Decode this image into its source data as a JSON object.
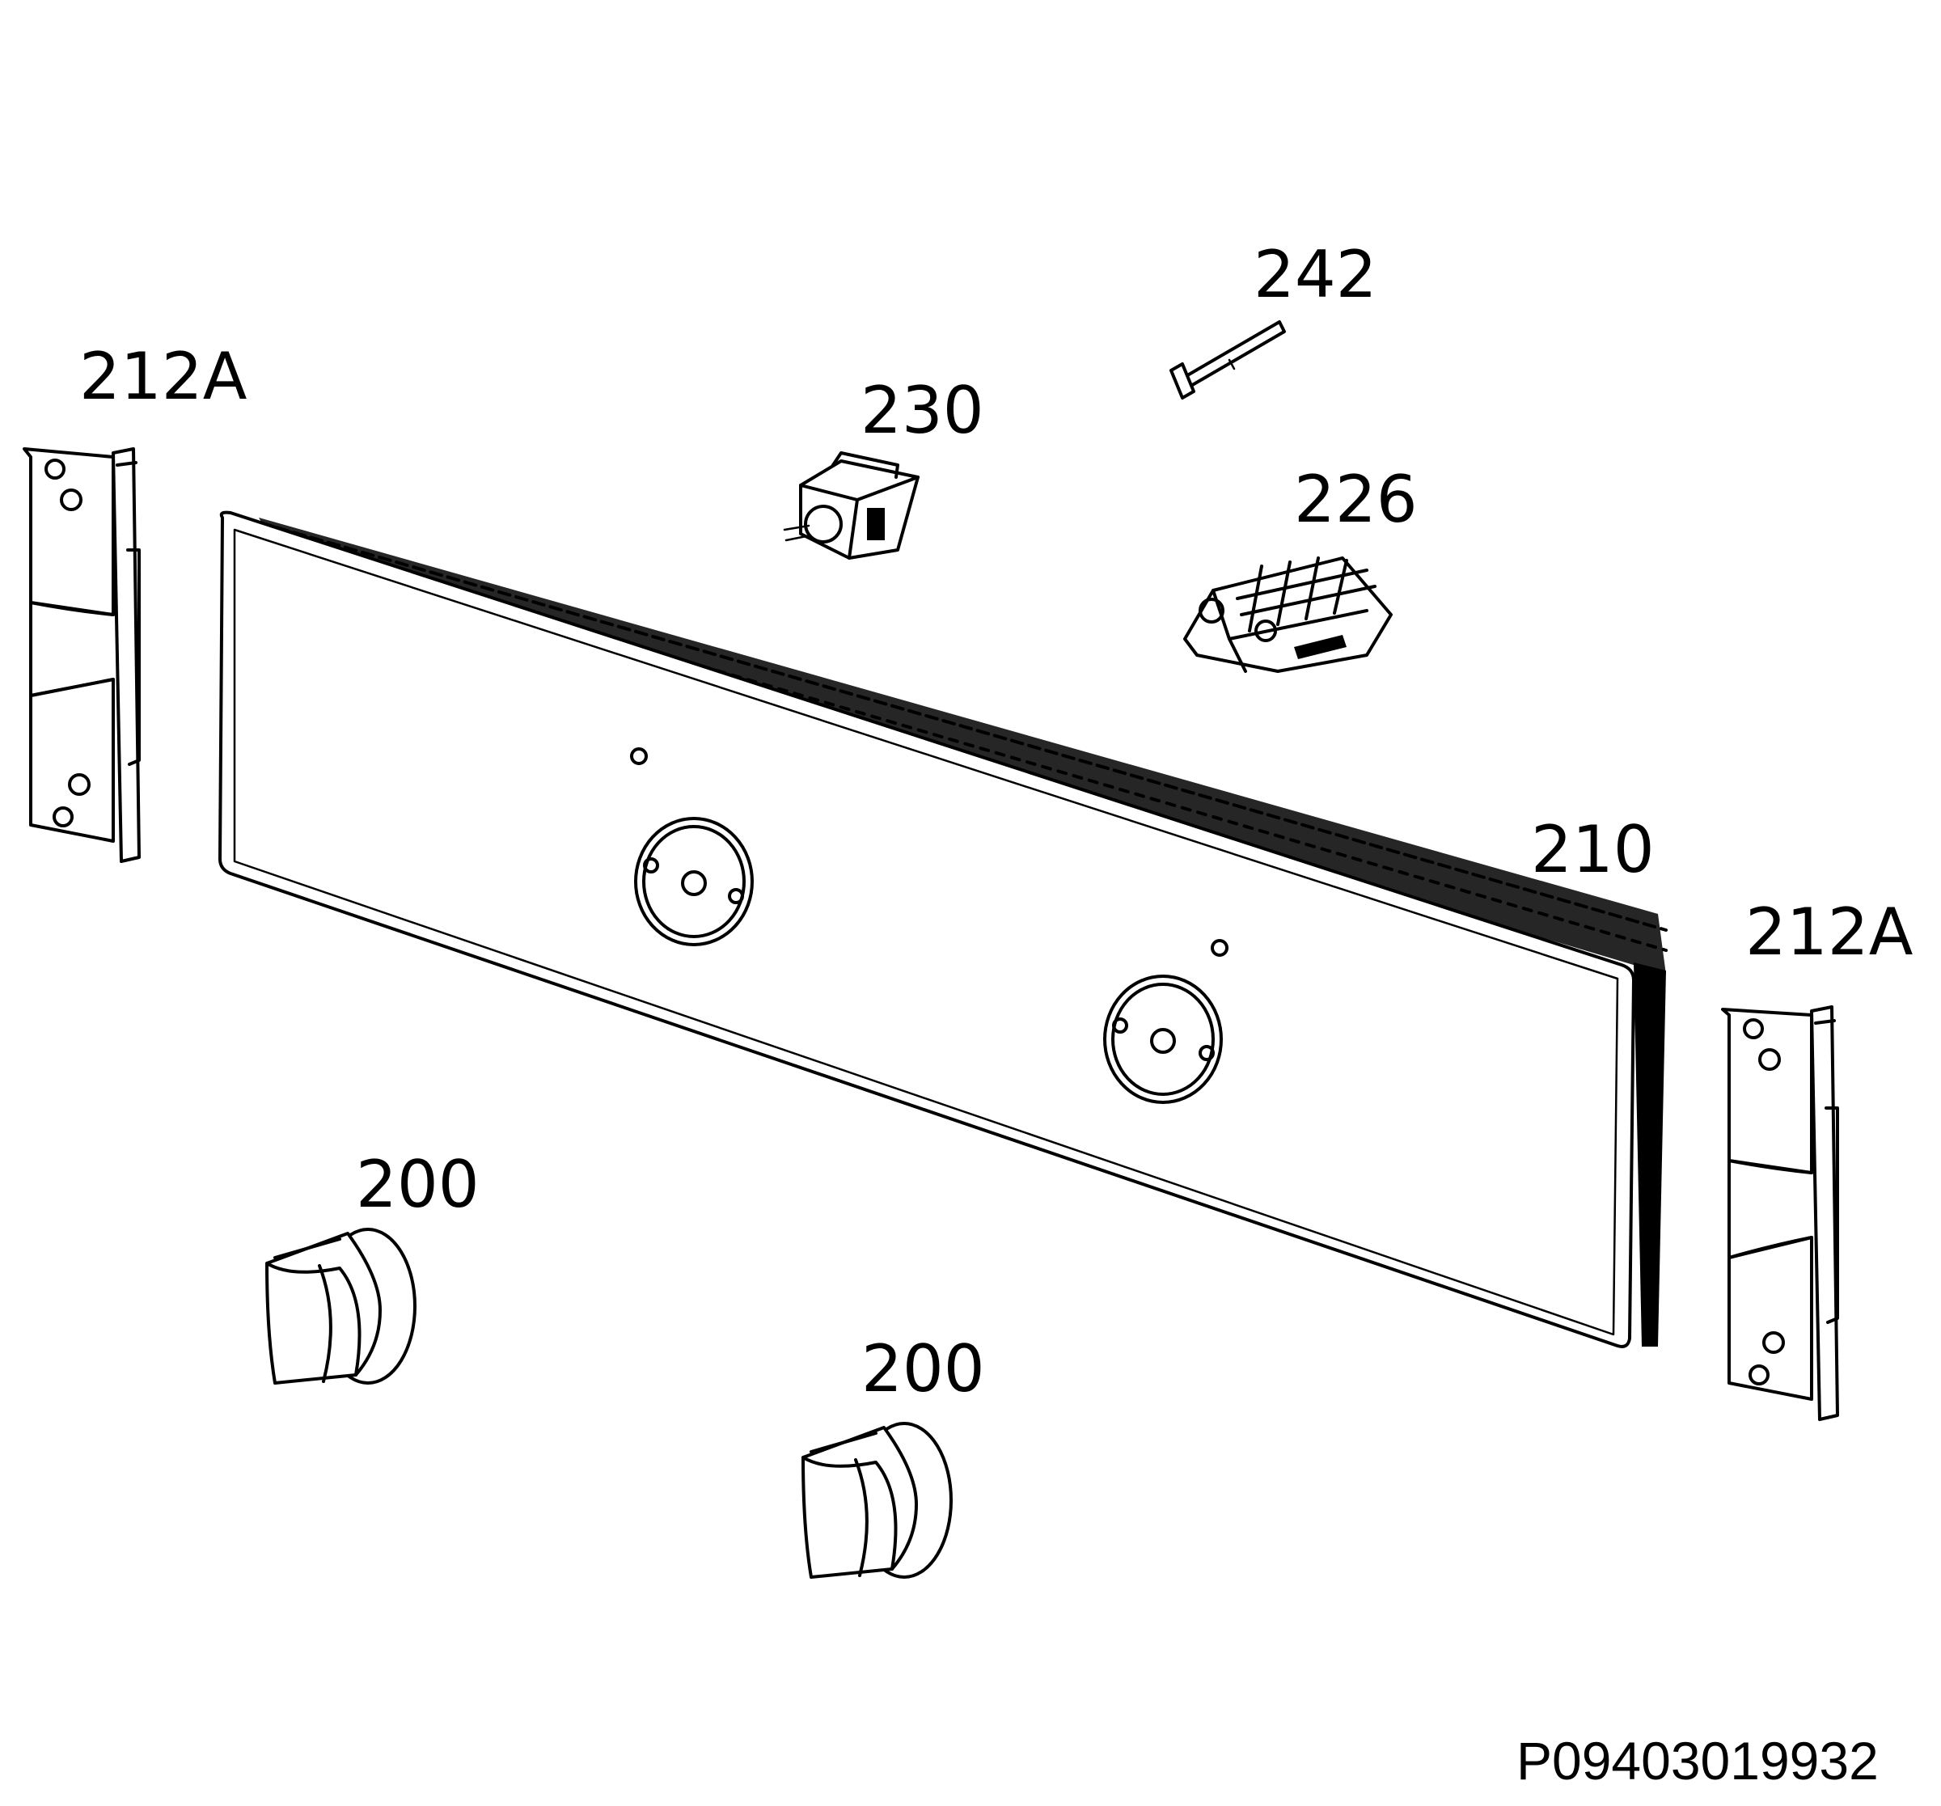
{
  "labels": {
    "bracket_left": "212A",
    "bracket_right": "212A",
    "switch": "230",
    "screw": "242",
    "connector": "226",
    "panel": "210",
    "knob_left": "200",
    "knob_center": "200"
  },
  "reference_code": "P09403019932"
}
